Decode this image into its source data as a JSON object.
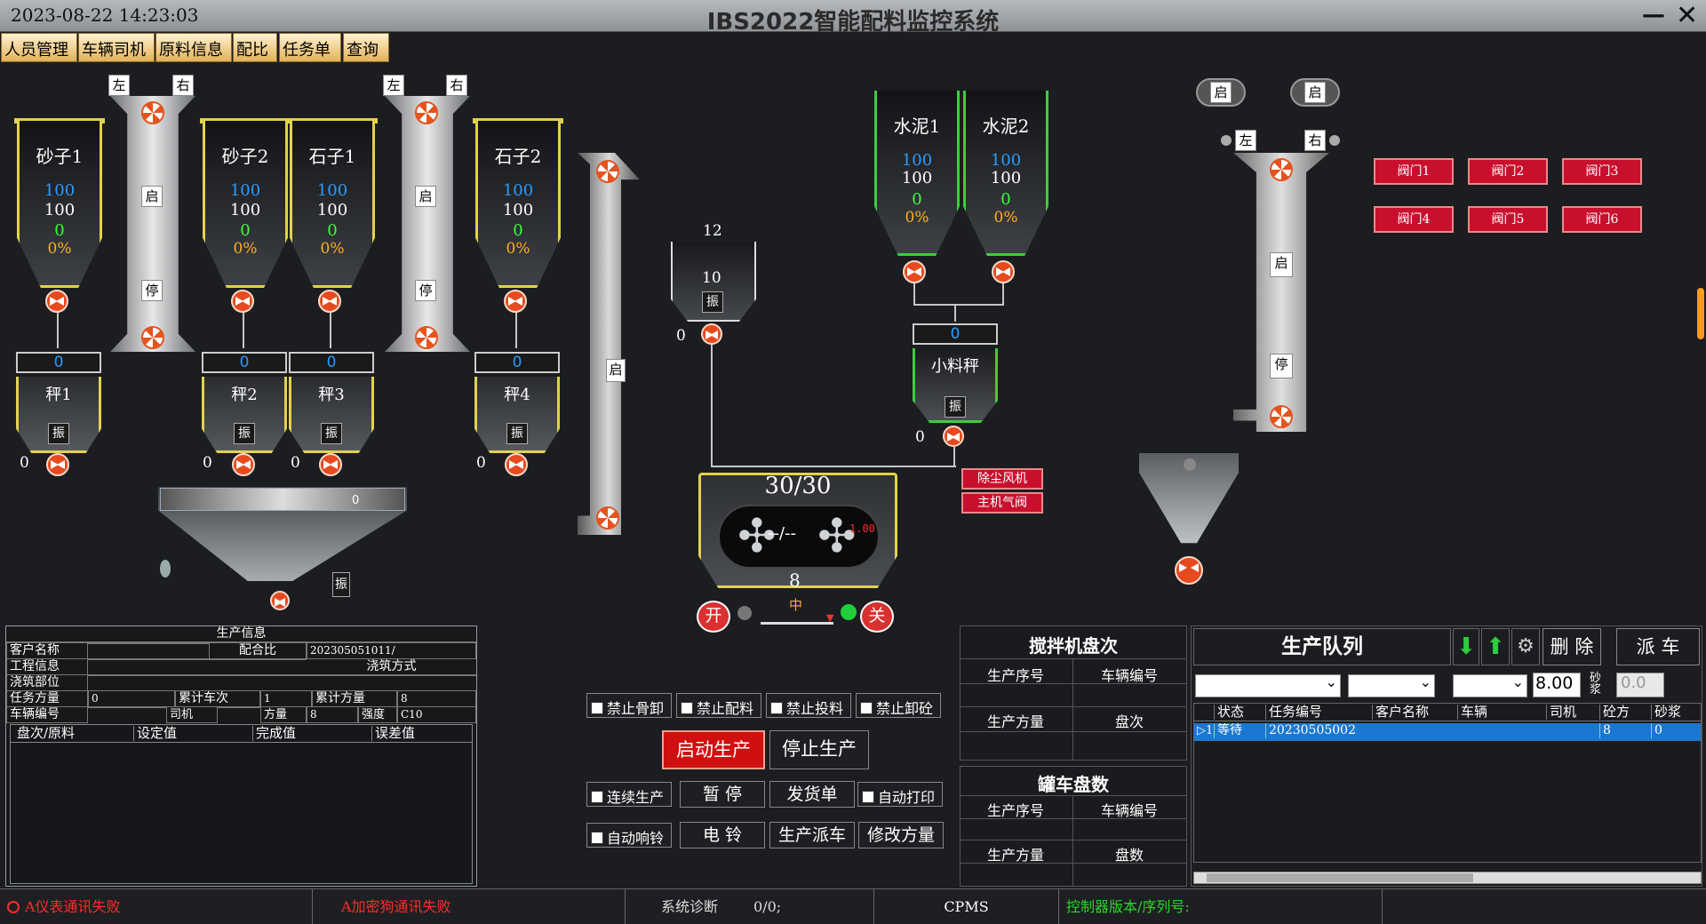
{
  "title_bar": {
    "datetime": "2023-08-22  14:23:03",
    "app_title": "IBS2022智能配料监控系统",
    "minimize": "—",
    "close": "✕"
  },
  "menu": [
    "人员管理",
    "车辆司机",
    "原料信息",
    "配比",
    "任务单",
    "查询"
  ],
  "aggregate": {
    "bins": [
      {
        "name": "砂子1",
        "set": "100",
        "actual": "100",
        "value": "0",
        "percent": "0%"
      },
      {
        "name": "砂子2",
        "set": "100",
        "actual": "100",
        "value": "0",
        "percent": "0%"
      },
      {
        "name": "石子1",
        "set": "100",
        "actual": "100",
        "value": "0",
        "percent": "0%"
      },
      {
        "name": "石子2",
        "set": "100",
        "actual": "100",
        "value": "0",
        "percent": "0%"
      }
    ],
    "scales": [
      {
        "name": "秤1",
        "value": "0",
        "zero": "0"
      },
      {
        "name": "秤2",
        "value": "0",
        "zero": "0"
      },
      {
        "name": "秤3",
        "value": "0",
        "zero": "0"
      },
      {
        "name": "秤4",
        "value": "0",
        "zero": "0"
      }
    ],
    "vibrate": "振",
    "left": "左",
    "right": "右",
    "start": "启",
    "stop": "停",
    "collector_value": "0"
  },
  "incline_belt": {
    "start": "启"
  },
  "water_scale": {
    "top_value": "12",
    "inner_value": "10",
    "vibrate": "振",
    "zero": "0"
  },
  "cement": {
    "silos": [
      {
        "name": "水泥1",
        "set": "100",
        "actual": "100",
        "value": "0",
        "percent": "0%"
      },
      {
        "name": "水泥2",
        "set": "100",
        "actual": "100",
        "value": "0",
        "percent": "0%"
      }
    ],
    "small_scale": {
      "name": "小料秤",
      "value": "0",
      "zero": "0",
      "vibrate": "振"
    }
  },
  "mixer": {
    "count": "30/30",
    "center": "--/--",
    "current": "1.00",
    "bottom": "8",
    "gate_mid": "中",
    "open": "开",
    "close": "关"
  },
  "dust": {
    "dust_fan": "除尘风机",
    "main_air": "主机气阀"
  },
  "right_belt": {
    "start1": "启",
    "start2": "启",
    "left": "左",
    "right": "右",
    "start": "启",
    "stop": "停"
  },
  "valves": [
    "阀门1",
    "阀门2",
    "阀门3",
    "阀门4",
    "阀门5",
    "阀门6"
  ],
  "prod_info": {
    "title": "生产信息",
    "customer_label": "客户名称",
    "mix_label": "配合比",
    "mix_value": "202305051011/",
    "project_label": "工程信息",
    "pour_method_label": "浇筑方式",
    "pour_part_label": "浇筑部位",
    "task_volume_label": "任务方量",
    "task_volume": "0",
    "cum_trips_label": "累计车次",
    "cum_trips": "1",
    "cum_volume_label": "累计方量",
    "cum_volume": "8",
    "vehicle_label": "车辆编号",
    "driver_label": "司机",
    "volume_label": "方量",
    "volume": "8",
    "strength_label": "强度",
    "strength": "C10",
    "columns": [
      "盘次/原料",
      "设定值",
      "完成值",
      "误差值"
    ]
  },
  "controls": {
    "forbid_agg": "禁止骨卸",
    "forbid_batch": "禁止配料",
    "forbid_feed": "禁止投料",
    "forbid_unload": "禁止卸砼",
    "start_prod": "启动生产",
    "stop_prod": "停止生产",
    "continuous": "连续生产",
    "pause": "暂 停",
    "delivery": "发货单",
    "auto_print": "自动打印",
    "auto_bell": "自动响铃",
    "bell": "电 铃",
    "dispatch": "生产派车",
    "modify": "修改方量"
  },
  "mixer_batch": {
    "title": "搅拌机盘次",
    "seq": "生产序号",
    "vehicle": "车辆编号",
    "volume": "生产方量",
    "batch": "盘次"
  },
  "truck_batch": {
    "title": "罐车盘数",
    "seq": "生产序号",
    "vehicle": "车辆编号",
    "volume": "生产方量",
    "batch": "盘数"
  },
  "queue": {
    "title": "生产队列",
    "delete": "删 除",
    "dispatch": "派 车",
    "amount": "8.00",
    "slurry_label": "砂浆",
    "slurry": "0.0",
    "columns": [
      "状态",
      "任务编号",
      "客户名称",
      "车辆",
      "司机",
      "砼方",
      "砂浆"
    ],
    "rows": [
      {
        "marker": "▷1",
        "status": "等待",
        "task": "20230505002",
        "customer": "",
        "vehicle": "",
        "driver": "",
        "concrete": "8",
        "mortar": "0"
      }
    ]
  },
  "status": {
    "meter": "A仪表通讯失败",
    "dongle": "A加密狗通讯失败",
    "diag_label": "系统诊断",
    "diag_value": "0/0;",
    "cpms": "CPMS",
    "controller": "控制器版本/序列号:"
  },
  "colors": {
    "accent_yellow": "#e2d24a",
    "cement_green": "#3ccf3c",
    "alarm_red": "#c8102e",
    "value_blue": "#2b9bff"
  }
}
